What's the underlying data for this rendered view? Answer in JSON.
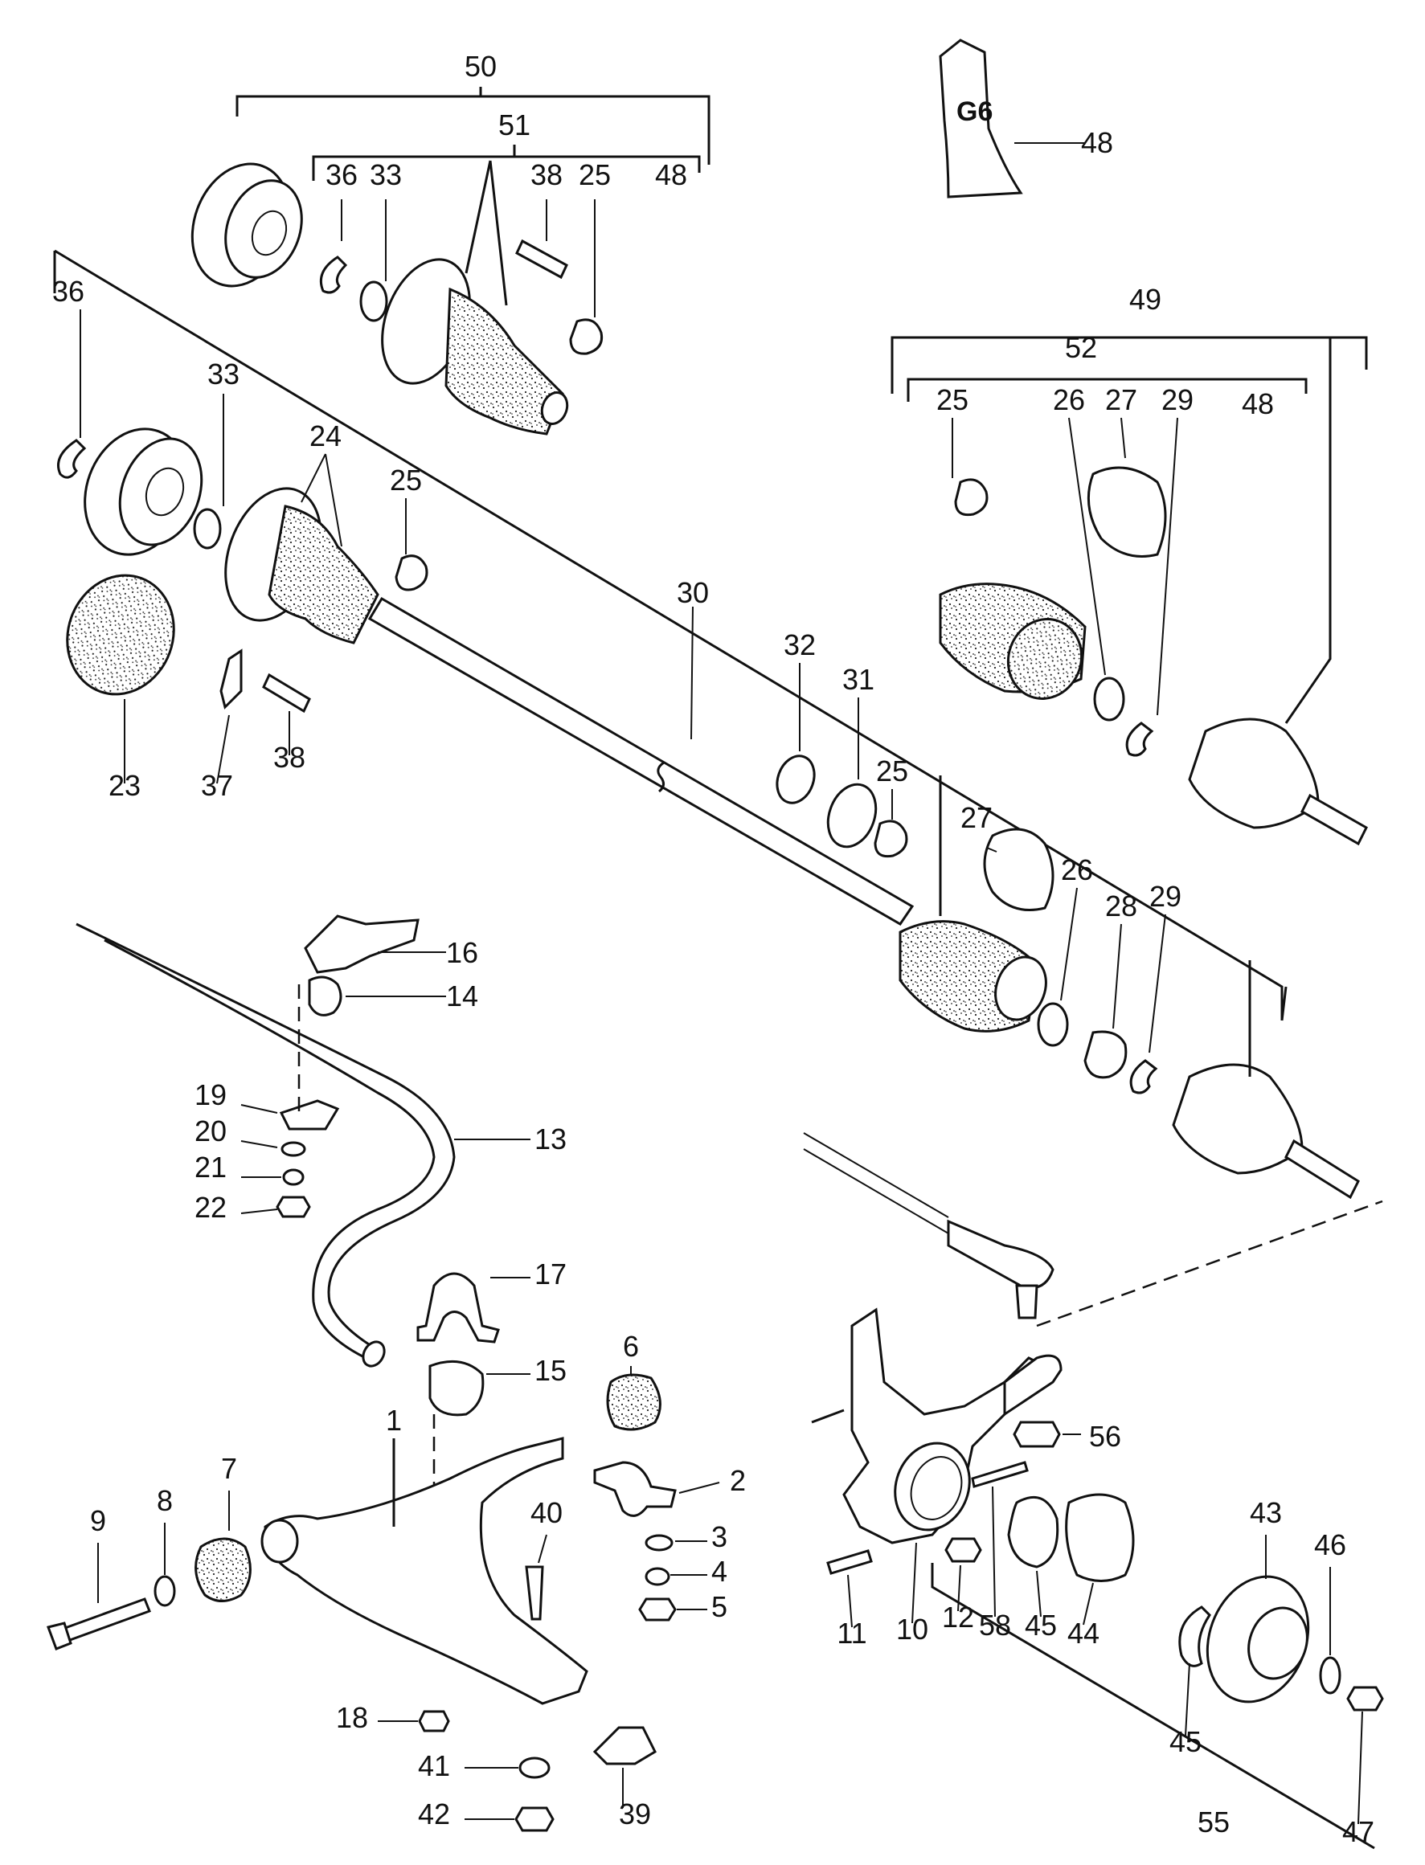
{
  "diagram": {
    "callouts": [
      "1",
      "2",
      "3",
      "4",
      "5",
      "6",
      "7",
      "8",
      "9",
      "10",
      "11",
      "12",
      "13",
      "14",
      "15",
      "16",
      "17",
      "18",
      "19",
      "20",
      "21",
      "22",
      "23",
      "24",
      "25",
      "26",
      "27",
      "28",
      "29",
      "30",
      "31",
      "32",
      "33",
      "36",
      "37",
      "38",
      "39",
      "40",
      "41",
      "42",
      "43",
      "44",
      "45",
      "46",
      "47",
      "48",
      "49",
      "50",
      "51",
      "52",
      "55",
      "56",
      "58"
    ],
    "tube_label": "G6"
  }
}
